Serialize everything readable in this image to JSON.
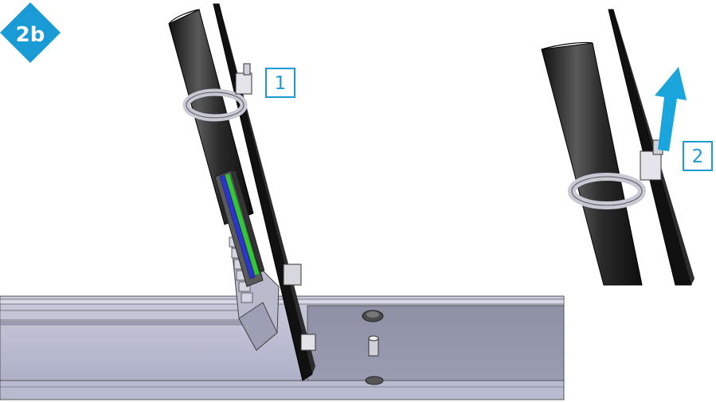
{
  "step": {
    "label": "2b"
  },
  "callouts": [
    {
      "number": "1"
    },
    {
      "number": "2"
    }
  ],
  "colors": {
    "accent": "#1a9bd6",
    "arrow": "#1aa5dc",
    "profile": "#b6b8cf",
    "cable": "#2a2a2a",
    "wire_green": "#35c43a",
    "wire_blue": "#2b35c8"
  }
}
